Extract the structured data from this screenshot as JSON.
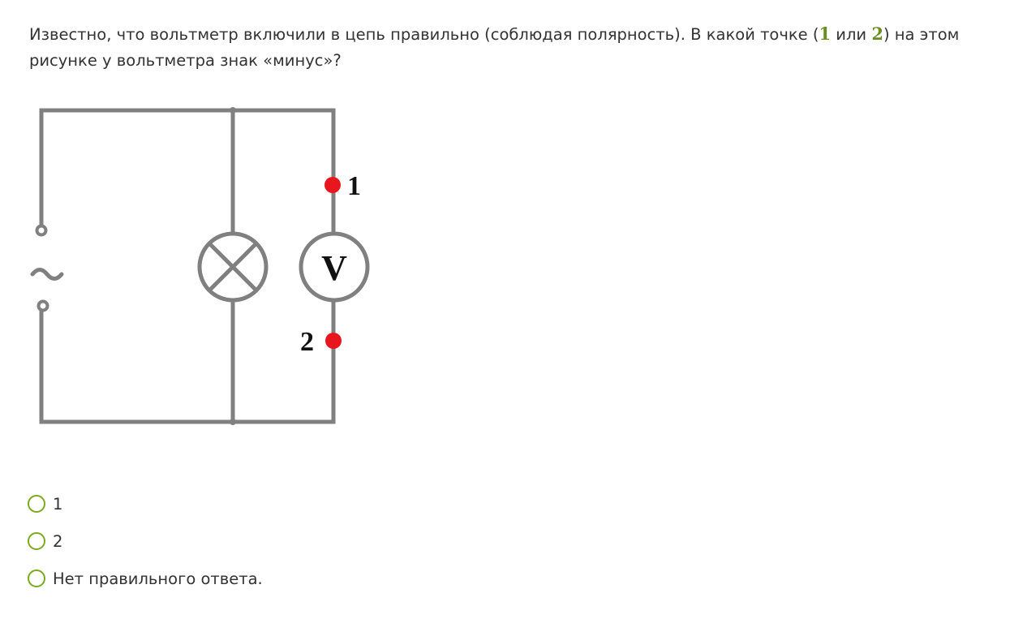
{
  "question": {
    "text_before": "Известно, что вольтметр включили в цепь правильно (соблюдая полярность). В какой точке (",
    "point_a": "1",
    "text_mid": " или ",
    "point_b": "2",
    "text_after": ") на этом рисунке у вольтметра знак «минус»?"
  },
  "figure": {
    "ac_symbol": "~",
    "voltmeter_label": "V",
    "point1_label": "1",
    "point2_label": "2",
    "wire_color": "#808080",
    "point_color": "#e8161d",
    "label_color": "#111111"
  },
  "options": [
    {
      "label": "1"
    },
    {
      "label": "2"
    },
    {
      "label": "Нет правильного ответа."
    }
  ],
  "colors": {
    "accent": "#7aab1e",
    "highlight": "#6a8e23",
    "text": "#333333"
  }
}
